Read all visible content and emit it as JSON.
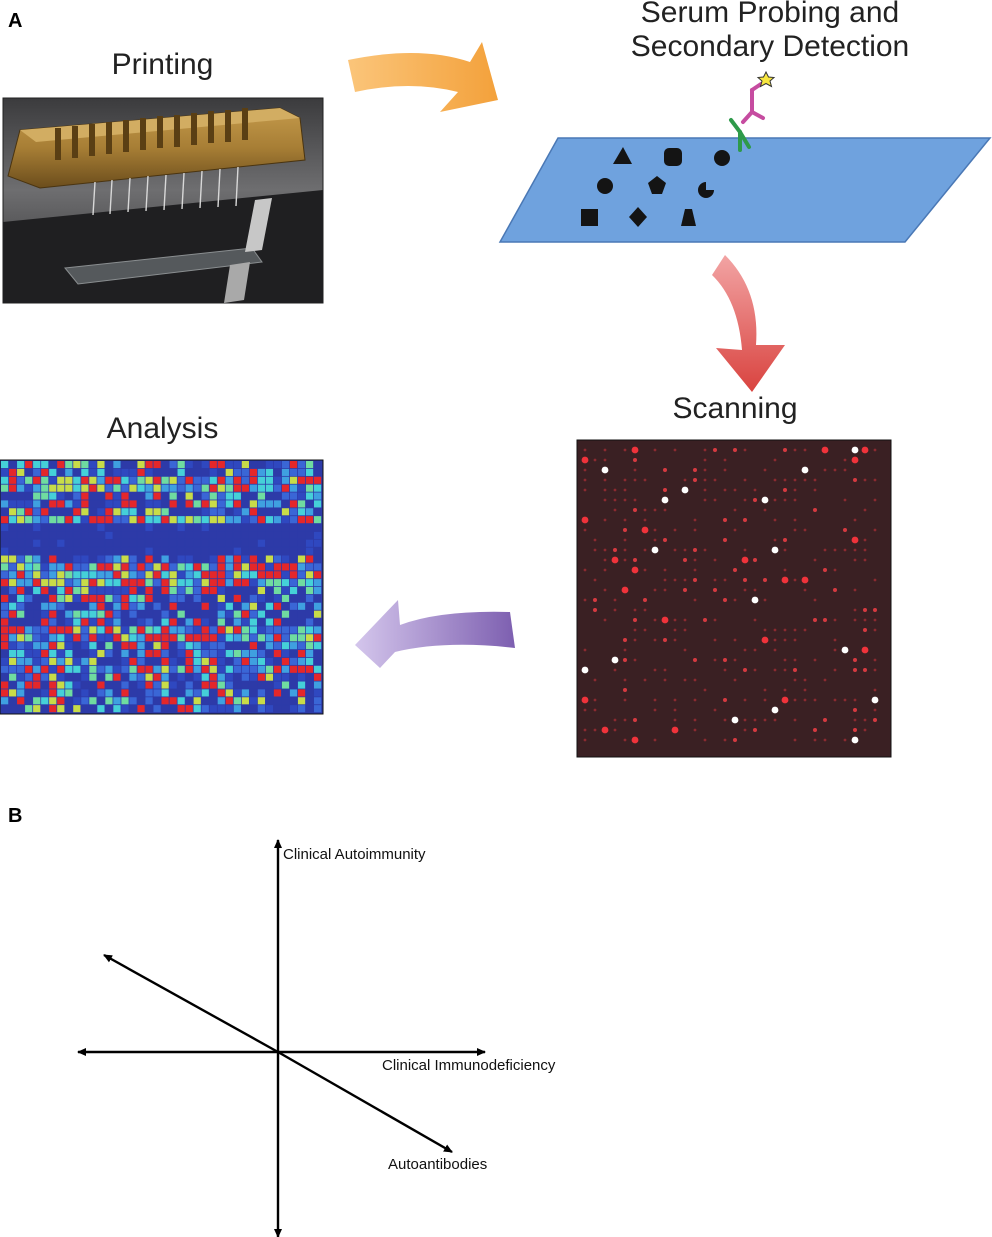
{
  "panel_a": {
    "letter": "A",
    "stages": {
      "printing": "Printing",
      "probing_line1": "Serum Probing and",
      "probing_line2": "Secondary Detection",
      "scanning": "Scanning",
      "analysis": "Analysis"
    },
    "colors": {
      "arrow_printing_to_probing": "#f6b35a",
      "arrow_probing_to_scanning": "#e2595a",
      "arrow_scanning_to_analysis": "#9b82c4",
      "slide_fill": "#6fa2de",
      "primary_antibody": "#2e9a4a",
      "secondary_antibody": "#c64ca0",
      "fluorophore": "#f7e640",
      "scan_background": "#3a2023",
      "heatmap_low": "#2d3aa8",
      "heatmap_high": "#e4272a"
    }
  },
  "panel_b": {
    "letter": "B",
    "axes": {
      "vertical": "Clinical Autoimmunity",
      "horizontal": "Clinical Immunodeficiency",
      "diagonal": "Autoantibodies"
    }
  }
}
